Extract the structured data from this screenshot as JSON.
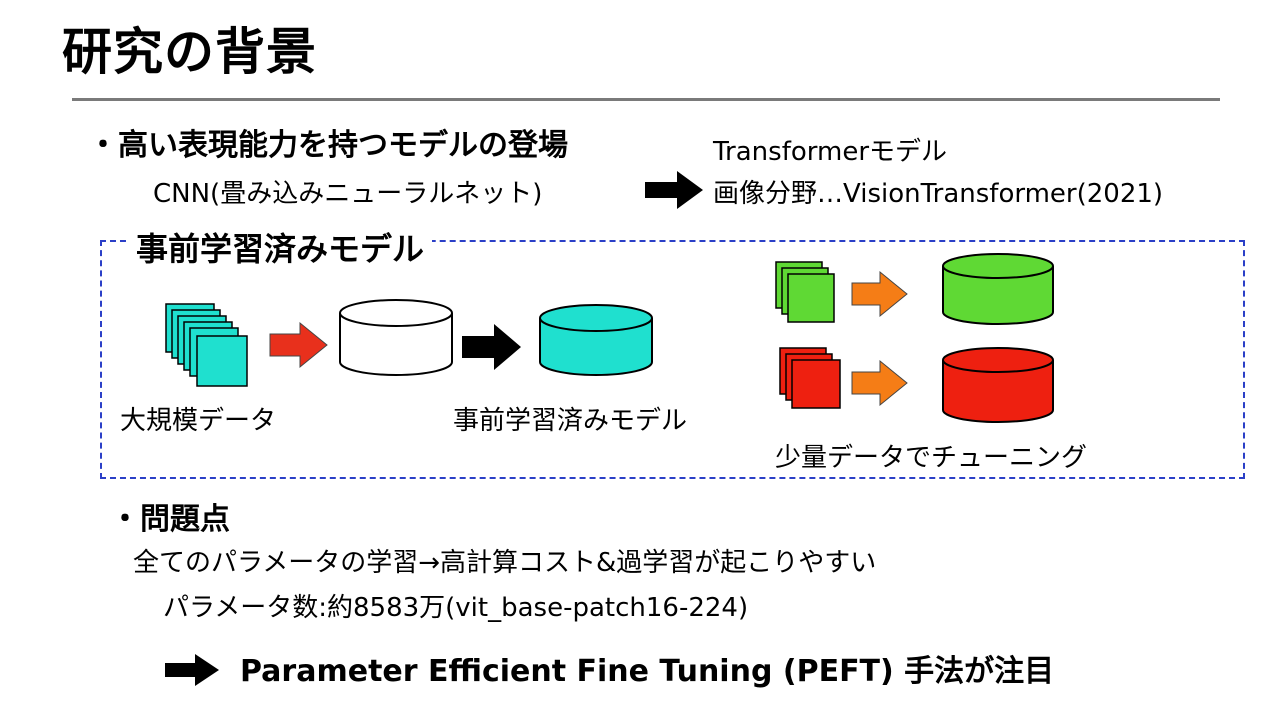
{
  "slide": {
    "title": "研究の背景",
    "bullet1": "・高い表現能力を持つモデルの登場",
    "cnn": "CNN(畳み込みニューラルネット)",
    "transformer_line1": "Transformerモデル",
    "transformer_line2": "画像分野…VisionTransformer(2021)",
    "box_label": "事前学習済みモデル",
    "caption_large_data": "大規模データ",
    "caption_pretrained": "事前学習済みモデル",
    "caption_finetune": "少量データでチューニング",
    "bullet2": "・問題点",
    "problem_line1": "全てのパラメータの学習→高計算コスト&過学習が起こりやすい",
    "problem_line2": "パラメータ数:約8583万(vit_base-patch16-224)",
    "conclusion": "Parameter Efficient Fine Tuning (PEFT) 手法が注目"
  },
  "colors": {
    "teal": "#1fe0cf",
    "green": "#5fd934",
    "red": "#ee2010",
    "orange": "#f57d16",
    "arrow_red": "#e8301c",
    "border_blue": "#2b3fc7"
  },
  "icons": [
    "black-arrow-icon",
    "red-arrow-icon",
    "orange-arrow-icon",
    "data-stack-icon",
    "database-cylinder-icon"
  ]
}
